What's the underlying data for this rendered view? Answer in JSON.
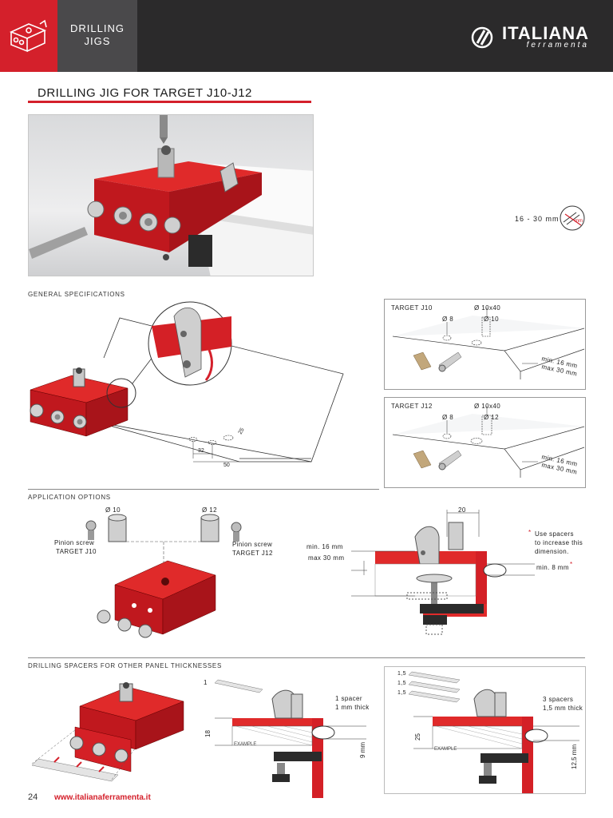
{
  "header": {
    "category": "DRILLING JIGS",
    "category_line1": "DRILLING",
    "category_line2": "JIGS",
    "brand": "ITALIANA",
    "brand_sub": "ferramenta",
    "brand_icon": "jig-icon"
  },
  "title": "DRILLING JIG FOR TARGET J10-J12",
  "range": {
    "text": "16 - 30 mm",
    "icon_label": "mm"
  },
  "sections": {
    "general": "GENERAL SPECIFICATIONS",
    "application": "APPLICATION OPTIONS",
    "spacers": "DRILLING SPACERS FOR OTHER PANEL THICKNESSES"
  },
  "general_diagram": {
    "dim_32": "32",
    "dim_50": "50",
    "dim_25": "25"
  },
  "target_j10": {
    "label": "TARGET J10",
    "d8": "Ø 8",
    "d10x40": "Ø 10x40",
    "d10": "Ø 10",
    "min": "min. 16 mm",
    "max": "max 30 mm"
  },
  "target_j12": {
    "label": "TARGET J12",
    "d8": "Ø 8",
    "d10x40": "Ø 10x40",
    "d12": "Ø 12",
    "min": "min. 16 mm",
    "max": "max 30 mm"
  },
  "application": {
    "d10": "Ø 10",
    "d12": "Ø 12",
    "pinion_j10_line1": "Pinion screw",
    "pinion_j10_line2": "TARGET J10",
    "pinion_j12_line1": "Pinion screw",
    "pinion_j12_line2": "TARGET J12",
    "dim_20": "20",
    "min16": "min. 16 mm",
    "max30": "max 30 mm",
    "min8": "min. 8 mm",
    "asterisk": "*",
    "note_line1": "Use spacers",
    "note_line2": "to increase this",
    "note_line3": "dimension."
  },
  "spacers": {
    "one": "1",
    "one_spacer_line1": "1 spacer",
    "one_spacer_line2": "1 mm thick",
    "dim_18": "18",
    "dim_9": "9 mm",
    "example1": "EXAMPLE",
    "s15a": "1,5",
    "s15b": "1,5",
    "s15c": "1,5",
    "three_spacer_line1": "3 spacers",
    "three_spacer_line2": "1,5 mm thick",
    "dim_25": "25",
    "dim_125": "12,5 mm",
    "example2": "EXAMPLE"
  },
  "footer": {
    "page": "24",
    "url": "www.italianaferramenta.it"
  },
  "colors": {
    "accent": "#d4202b",
    "header_dark": "#2b2a2b",
    "header_mid": "#4a494b"
  }
}
